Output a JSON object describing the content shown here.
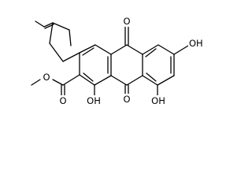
{
  "molecule": {
    "atoms": {
      "o_ketone_top": "O",
      "o_ketone_bottom": "O",
      "oh_ring_right": "OH",
      "oh_bottom_left": "OH",
      "oh_bottom_right": "OH",
      "o_ester_carbonyl": "O",
      "o_ester_methoxy": "O"
    }
  }
}
